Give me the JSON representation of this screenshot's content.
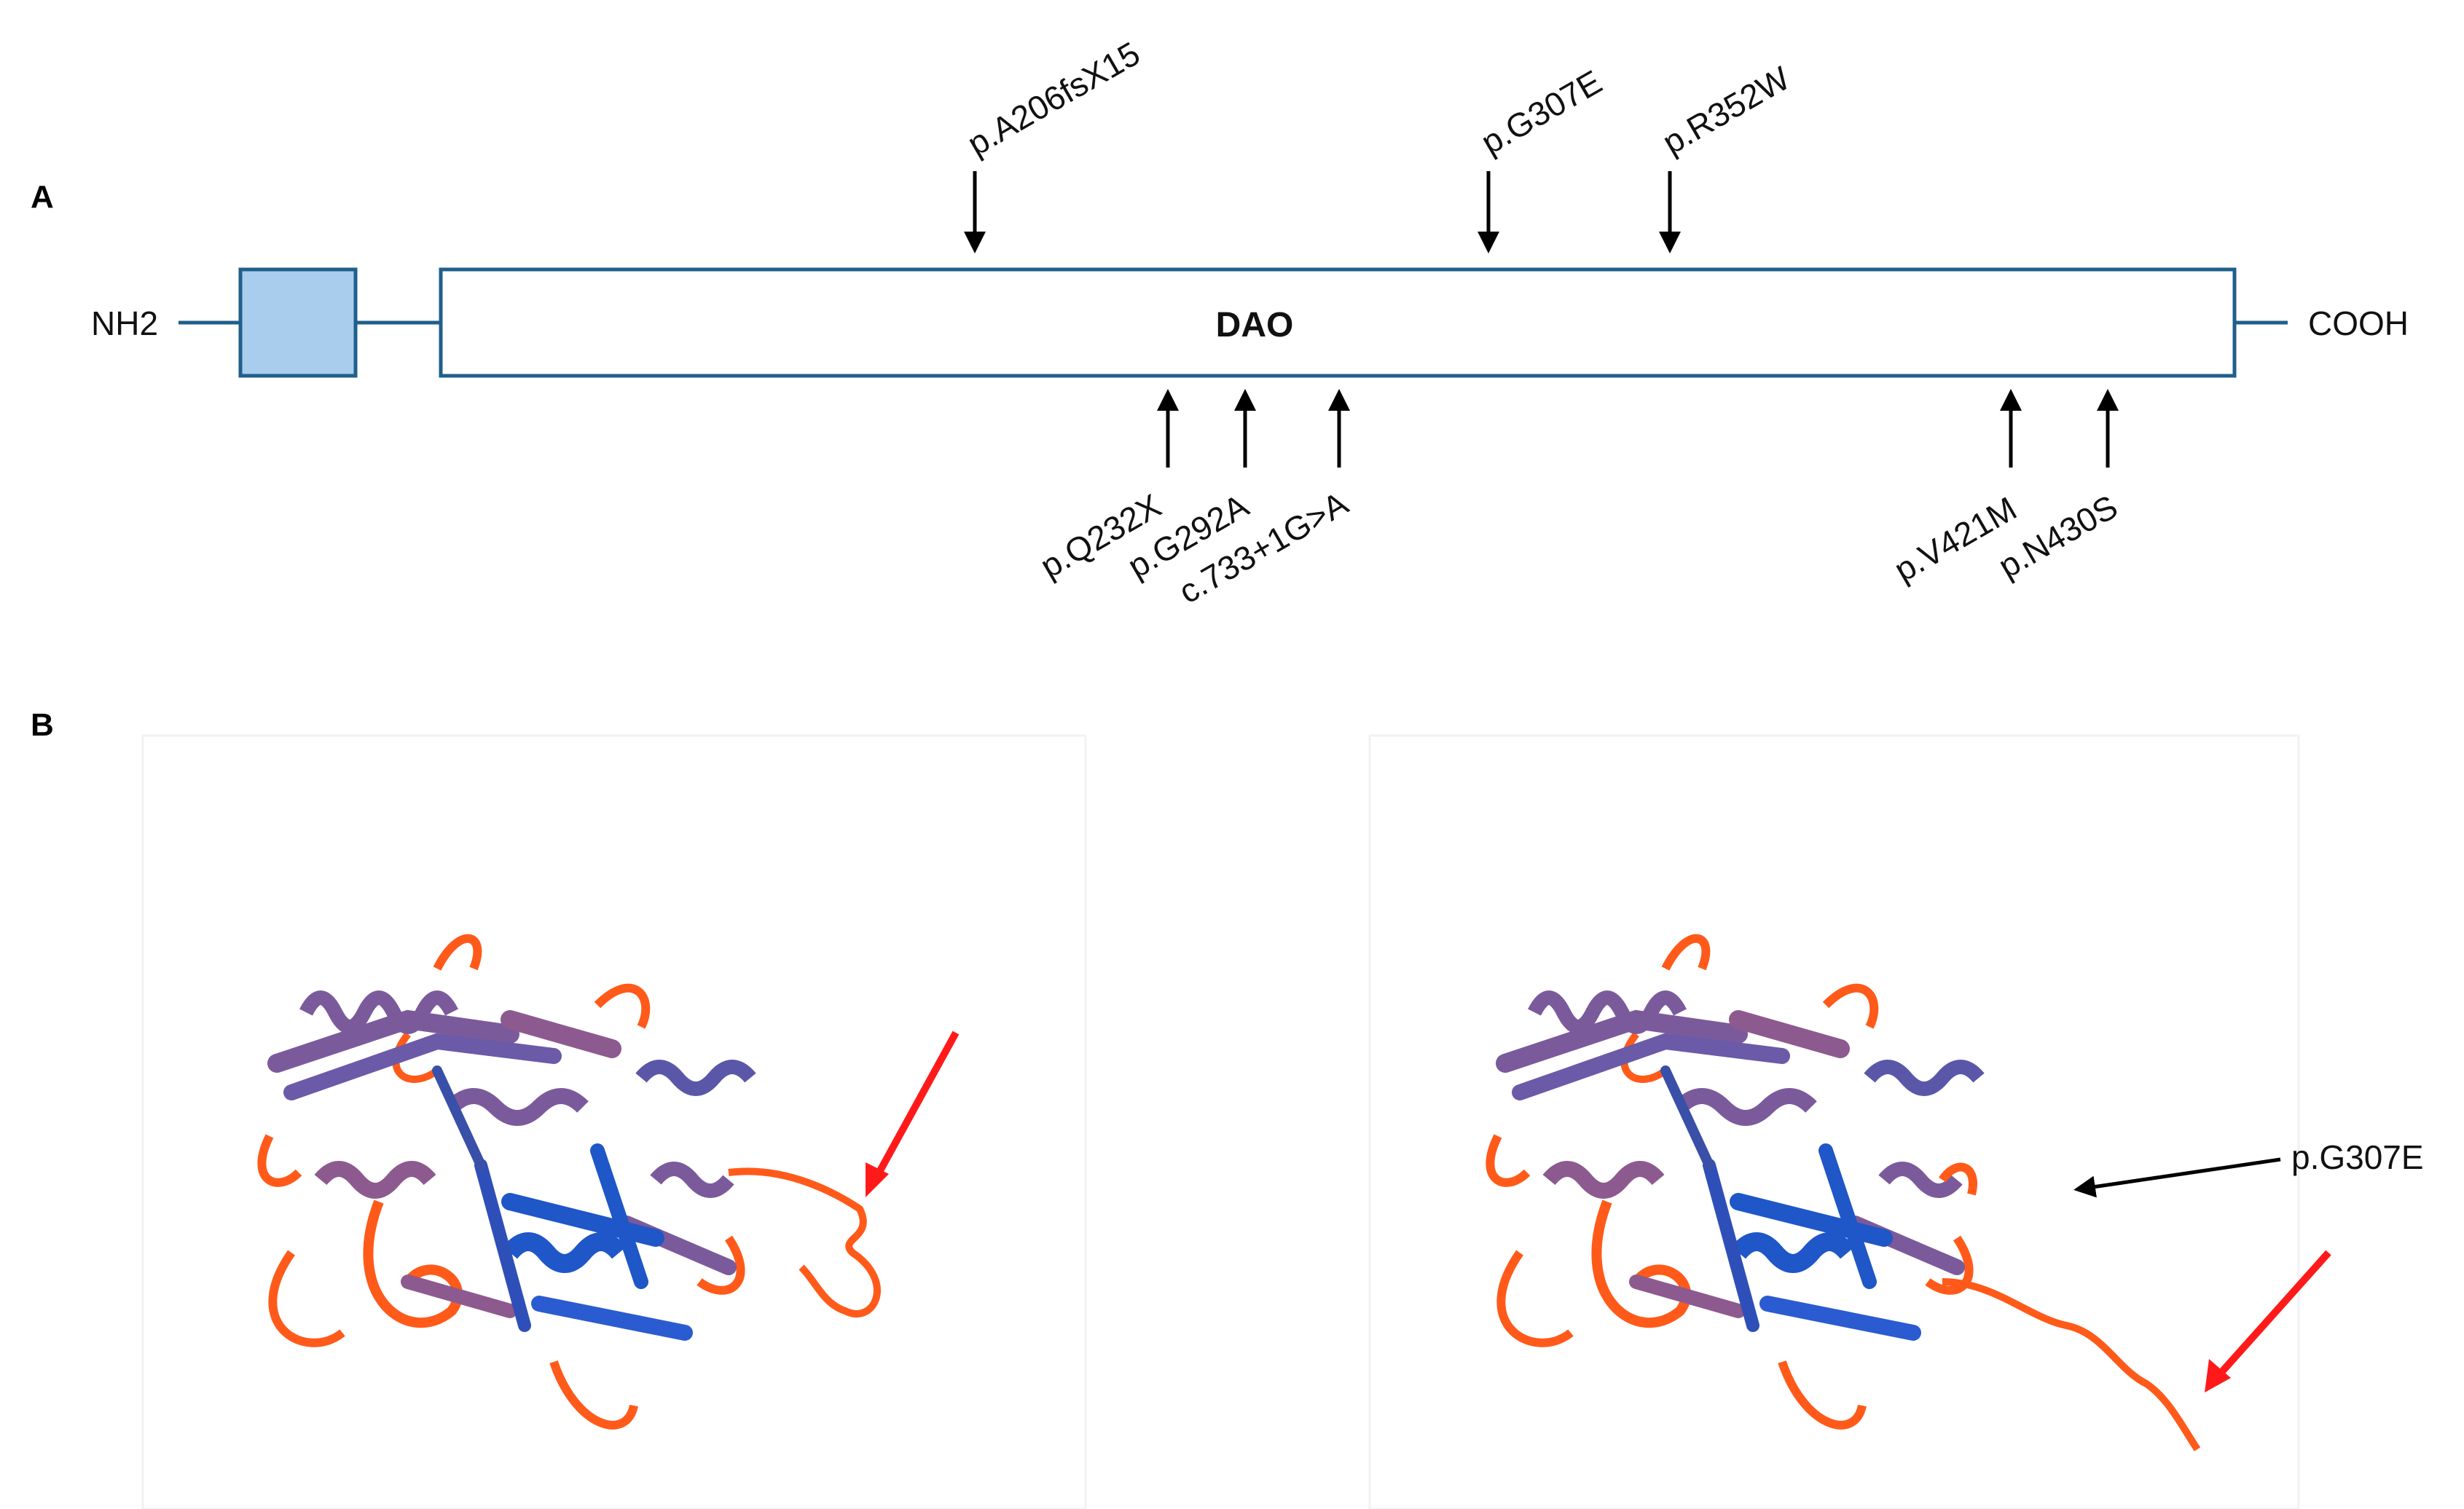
{
  "panel_a": {
    "letter": "A",
    "n_terminus": "NH2",
    "c_terminus": "COOH",
    "domain_label": "DAO",
    "colors": {
      "line": "#1f5f8b",
      "domain_box_fill": "#ffffff",
      "signal_box_fill": "#a9cdec",
      "arrow": "#000000"
    },
    "mutations_above": [
      "p.A206fsX15",
      "p.G307E",
      "p.R352W"
    ],
    "mutations_below": [
      "p.Q232X",
      "p.G292A",
      "c.733+1G>A",
      "p.V421M",
      "p.N430S"
    ]
  },
  "panel_b": {
    "letter": "B",
    "left_image": "protein-structure-wild-type",
    "right_image": "protein-structure-mutant",
    "right_annotation": "p.G307E",
    "colors": {
      "pointer_red": "#ff1a1a",
      "helix_blue": "#1f56c8",
      "helix_purple": "#7b5a9c",
      "loop_orange": "#ff5a1a"
    }
  }
}
